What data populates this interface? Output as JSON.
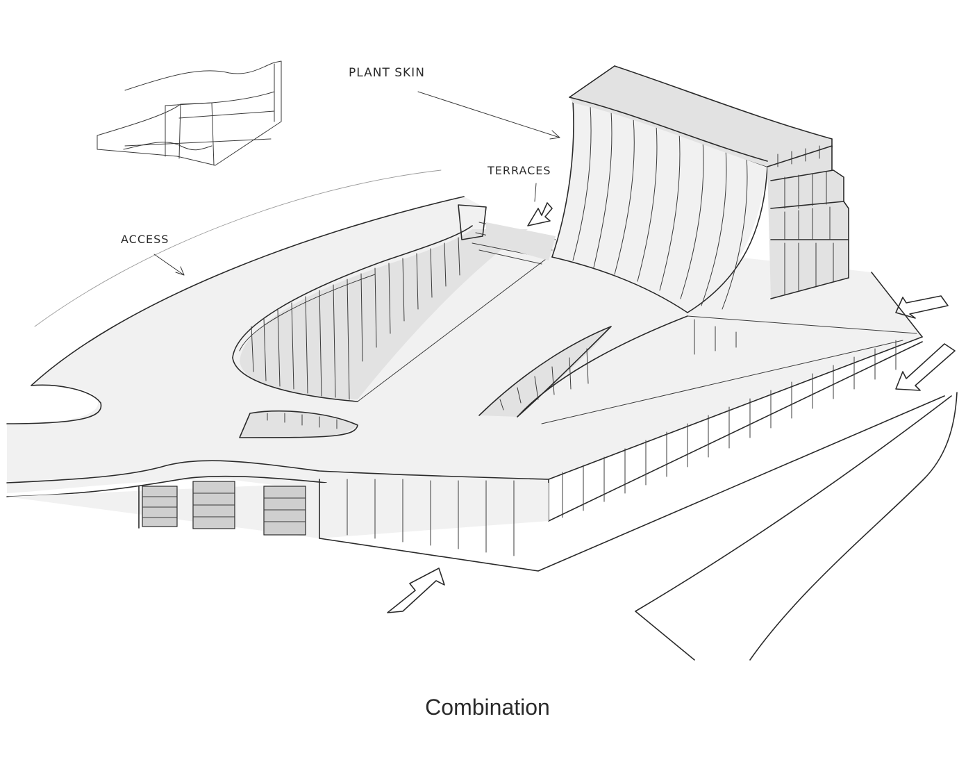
{
  "annotations": {
    "plant_skin": "PLANT SKIN",
    "terraces": "TERRACES",
    "access": "ACCESS"
  },
  "caption": "Combination",
  "colors": {
    "ink": "#2a2a2a",
    "background": "#ffffff",
    "shading": "#e2e2e2"
  }
}
